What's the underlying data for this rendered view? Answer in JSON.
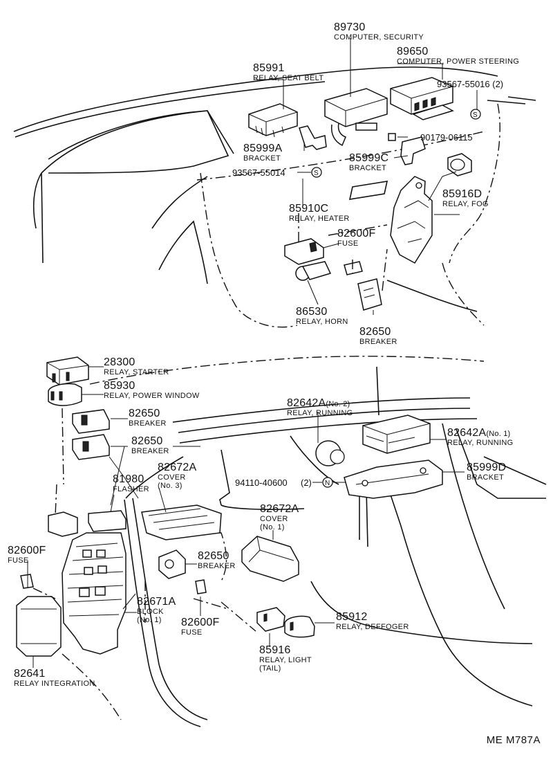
{
  "parts": [
    {
      "id": "p89730",
      "number": "89730",
      "desc": "COMPUTER, SECURITY"
    },
    {
      "id": "p89650",
      "number": "89650",
      "desc": "COMPUTER, POWER STEERING"
    },
    {
      "id": "p85991",
      "number": "85991",
      "desc": "RELAY, SEAT BELT"
    },
    {
      "id": "p93567b",
      "number": "93567-55016 (2)",
      "desc": ""
    },
    {
      "id": "p85999a",
      "number": "85999A",
      "desc": "BRACKET"
    },
    {
      "id": "p90179",
      "number": "90179-06115",
      "desc": ""
    },
    {
      "id": "p85999c",
      "number": "85999C",
      "desc": "BRACKET"
    },
    {
      "id": "p93567a",
      "number": "93567-55014",
      "desc": ""
    },
    {
      "id": "p85916d",
      "number": "85916D",
      "desc": "RELAY, FOG"
    },
    {
      "id": "p85910c",
      "number": "85910C",
      "desc": "RELAY, HEATER"
    },
    {
      "id": "p82600f_top",
      "number": "82600F",
      "desc": "FUSE"
    },
    {
      "id": "p86530",
      "number": "86530",
      "desc": "RELAY, HORN"
    },
    {
      "id": "p82650_top",
      "number": "82650",
      "desc": "BREAKER"
    },
    {
      "id": "p28300",
      "number": "28300",
      "desc": "RELAY, STARTER"
    },
    {
      "id": "p85930",
      "number": "85930",
      "desc": "RELAY, POWER WINDOW"
    },
    {
      "id": "p82650_a",
      "number": "82650",
      "desc": "BREAKER"
    },
    {
      "id": "p82650_b",
      "number": "82650",
      "desc": "BREAKER"
    },
    {
      "id": "p82642a2",
      "number": "82642A",
      "suffix": "(No. 2)",
      "desc": "RELAY, RUNNING"
    },
    {
      "id": "p82642a1",
      "number": "82642A",
      "suffix": "(No. 1)",
      "desc": "RELAY, RUNNING"
    },
    {
      "id": "p82672a3",
      "number": "82672A",
      "desc": "COVER",
      "desc2": "(No. 3)"
    },
    {
      "id": "p81980",
      "number": "81980",
      "desc": "FLASHER"
    },
    {
      "id": "p94110",
      "number": "94110-40600",
      "desc": "(2)"
    },
    {
      "id": "p85999d",
      "number": "85999D",
      "desc": "BRACKET"
    },
    {
      "id": "p82672a1",
      "number": "82672A",
      "desc": "COVER",
      "desc2": "(No. 1)"
    },
    {
      "id": "p82600f_left",
      "number": "82600F",
      "desc": "FUSE"
    },
    {
      "id": "p82650_c",
      "number": "82650",
      "desc": "BREAKER"
    },
    {
      "id": "p82671a",
      "number": "82671A",
      "desc": "BLOCK",
      "desc2": "(No. 1)"
    },
    {
      "id": "p82600f_mid",
      "number": "82600F",
      "desc": "FUSE"
    },
    {
      "id": "p85912",
      "number": "85912",
      "desc": "RELAY, DEFFOGER"
    },
    {
      "id": "p85916",
      "number": "85916",
      "desc": "RELAY, LIGHT",
      "desc2": "(TAIL)"
    },
    {
      "id": "p82641",
      "number": "82641",
      "desc": "RELAY INTEGRATION"
    }
  ],
  "fastener_marks": {
    "screw": "S",
    "nut": "N"
  },
  "drawing_code": "ME  M787A"
}
